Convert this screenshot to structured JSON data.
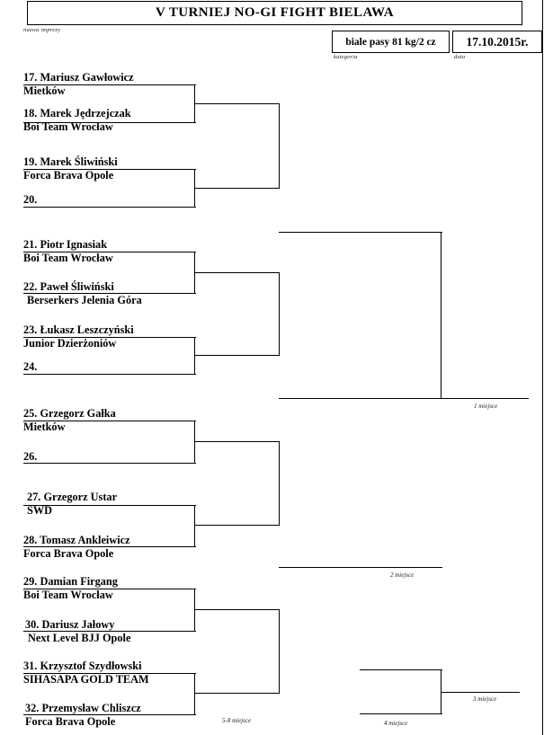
{
  "header": {
    "title": "V TURNIEJ NO-GI FIGHT BIELAWA",
    "title_caption": "nazwa imprezy",
    "category": "biale pasy 81 kg/2 cz",
    "category_caption": "kategoria",
    "date": "17.10.2015r.",
    "date_caption": "data"
  },
  "bracket": {
    "type": "single-elimination",
    "competitors": [
      {
        "number": "17.",
        "name": "Mariusz Gawłowicz",
        "label": "17. Mariusz Gawłowicz",
        "team": "Mietków"
      },
      {
        "number": "18.",
        "name": "Marek Jędrzejczak",
        "label": "18. Marek Jędrzejczak",
        "team": "Boi Team Wrocław"
      },
      {
        "number": "19.",
        "name": "Marek Śliwiński",
        "label": "19. Marek Śliwiński",
        "team": "Forca Brava Opole"
      },
      {
        "number": "20.",
        "name": "",
        "label": "20.",
        "team": ""
      },
      {
        "number": "21.",
        "name": "Piotr Ignasiak",
        "label": "21. Piotr Ignasiak",
        "team": "Boi Team Wrocław"
      },
      {
        "number": "22.",
        "name": "Paweł Śliwiński",
        "label": "22. Paweł Śliwiński",
        "team": "Berserkers Jelenia Góra"
      },
      {
        "number": "23.",
        "name": "Łukasz Leszczyński",
        "label": "23. Łukasz Leszczyński",
        "team": "Junior Dzierżoniów"
      },
      {
        "number": "24.",
        "name": "",
        "label": "24.",
        "team": ""
      },
      {
        "number": "25.",
        "name": "Grzegorz Gałka",
        "label": "25. Grzegorz Gałka",
        "team": "Mietków"
      },
      {
        "number": "26.",
        "name": "",
        "label": "26.",
        "team": ""
      },
      {
        "number": "27.",
        "name": "Grzegorz Ustar",
        "label": "27. Grzegorz Ustar",
        "team": "SWD"
      },
      {
        "number": "28.",
        "name": "Tomasz Ankleiwicz",
        "label": "28. Tomasz Ankleiwicz",
        "team": "Forca Brava Opole"
      },
      {
        "number": "29.",
        "name": "Damian Firgang",
        "label": "29. Damian Firgang",
        "team": "Boi Team Wrocław"
      },
      {
        "number": "30.",
        "name": "Dariusz Jałowy",
        "label": "30. Dariusz Jałowy",
        "team": "Next Level BJJ Opole"
      },
      {
        "number": "31.",
        "name": "Krzysztof Szydłowski",
        "label": "31. Krzysztof Szydłowski",
        "team": "SIHASAPA GOLD TEAM"
      },
      {
        "number": "32.",
        "name": "Przemysław Chliszcz",
        "label": "32. Przemysław Chliszcz",
        "team": "Forca Brava Opole"
      }
    ],
    "placements": [
      {
        "key": "first",
        "label": "1 miejsce"
      },
      {
        "key": "second",
        "label": "2 miejsce"
      },
      {
        "key": "third",
        "label": "3 miejsce"
      },
      {
        "key": "fourth",
        "label": "4 miejsce"
      },
      {
        "key": "fifth_eighth",
        "label": "5-8 miejsce"
      }
    ]
  },
  "colors": {
    "line": "#000000",
    "background": "#ffffff",
    "caption": "#222222"
  }
}
